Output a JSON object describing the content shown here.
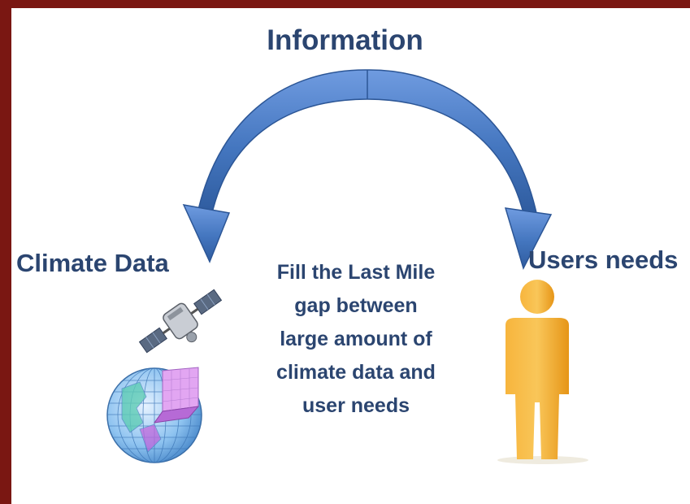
{
  "diagram": {
    "title": "Information",
    "left_label": "Climate Data",
    "right_label": "Users needs",
    "center_lines": [
      "Fill the Last Mile",
      "gap between",
      "large amount of",
      "climate data and",
      "user needs"
    ]
  },
  "colors": {
    "frame": "#7a1712",
    "text": "#2b4570",
    "arrow": "#4b7fc4",
    "person": "#f4a82c"
  },
  "icons": [
    "satellite-icon",
    "globe-icon",
    "person-icon"
  ]
}
